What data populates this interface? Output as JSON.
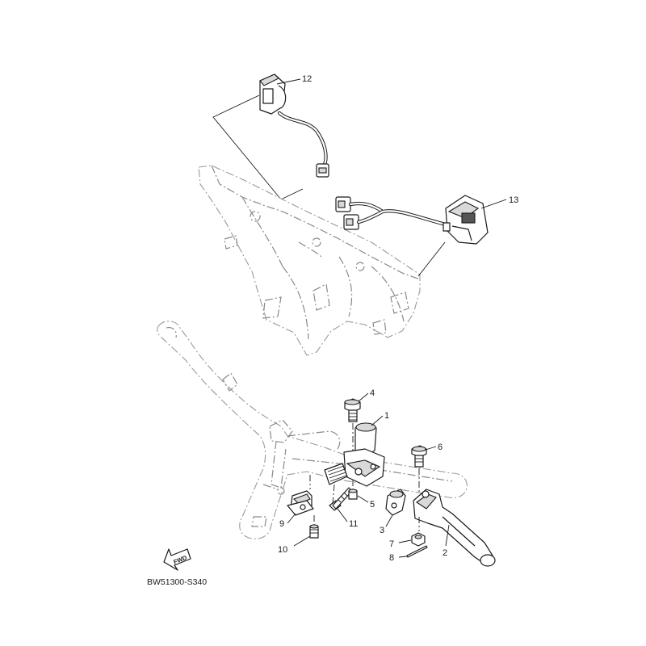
{
  "callouts": {
    "c1": "1",
    "c2": "2",
    "c3": "3",
    "c4": "4",
    "c5": "5",
    "c6": "6",
    "c7": "7",
    "c8": "8",
    "c9": "9",
    "c10": "10",
    "c11": "11",
    "c12": "12",
    "c13": "13"
  },
  "fwd_label": "FWD",
  "diagram_code": "BW51300-S340"
}
